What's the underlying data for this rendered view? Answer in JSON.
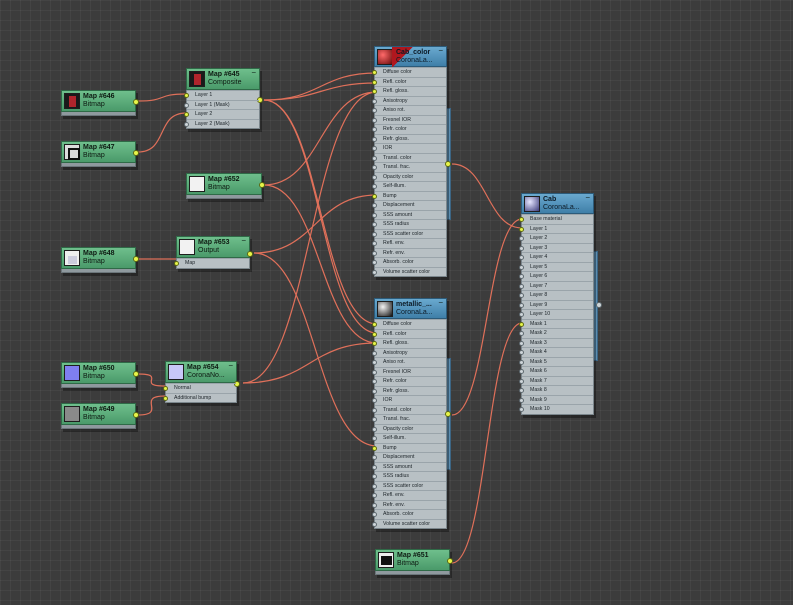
{
  "nodes": {
    "n646": {
      "title": "Map #646",
      "sub": "Bitmap"
    },
    "n647": {
      "title": "Map #647",
      "sub": "Bitmap"
    },
    "n645": {
      "title": "Map #645",
      "sub": "Composite",
      "slots": [
        "Layer 1",
        "Layer 1 (Mask)",
        "Layer 2",
        "Layer 2 (Mask)"
      ]
    },
    "n652": {
      "title": "Map #652",
      "sub": "Bitmap"
    },
    "n648": {
      "title": "Map #648",
      "sub": "Bitmap"
    },
    "n653": {
      "title": "Map #653",
      "sub": "Output",
      "slots": [
        "Map"
      ]
    },
    "n650": {
      "title": "Map #650",
      "sub": "Bitmap"
    },
    "n649": {
      "title": "Map #649",
      "sub": "Bitmap"
    },
    "n654": {
      "title": "Map #654",
      "sub": "CoronaNo...",
      "slots": [
        "Normal",
        "Additional bump"
      ]
    },
    "n651": {
      "title": "Map #651",
      "sub": "Bitmap"
    },
    "cabcolor": {
      "title": "Cab_color",
      "sub": "CoronaLa..."
    },
    "metallic": {
      "title": "metallic_...",
      "sub": "CoronaLa..."
    },
    "cab": {
      "title": "Cab",
      "sub": "CoronaLa..."
    }
  },
  "mat_slots": [
    "Diffuse color",
    "Refl. color",
    "Refl. gloss.",
    "Anisotropy",
    "Aniso rot.",
    "Fresnel IOR",
    "Refr. color",
    "Refr. gloss.",
    "IOR",
    "Transl. color",
    "Transl. frac.",
    "Opacity color",
    "Self-illum.",
    "Bump",
    "Displacement",
    "SSS amount",
    "SSS radius",
    "SSS scatter color",
    "Refl. env.",
    "Refr. env.",
    "Absorb. color",
    "Volume scatter color"
  ],
  "layered_slots": [
    "Base material",
    "Layer 1",
    "Layer 2",
    "Layer 3",
    "Layer 4",
    "Layer 5",
    "Layer 6",
    "Layer 7",
    "Layer 8",
    "Layer 9",
    "Layer 10",
    "Mask 1",
    "Mask 2",
    "Mask 3",
    "Mask 4",
    "Mask 5",
    "Mask 6",
    "Mask 7",
    "Mask 8",
    "Mask 9",
    "Mask 10"
  ],
  "colors": {
    "wire": "#e0705a",
    "map_header": "#5aaa78",
    "mat_header": "#4f8fbb",
    "port_active": "#e7f54a"
  }
}
